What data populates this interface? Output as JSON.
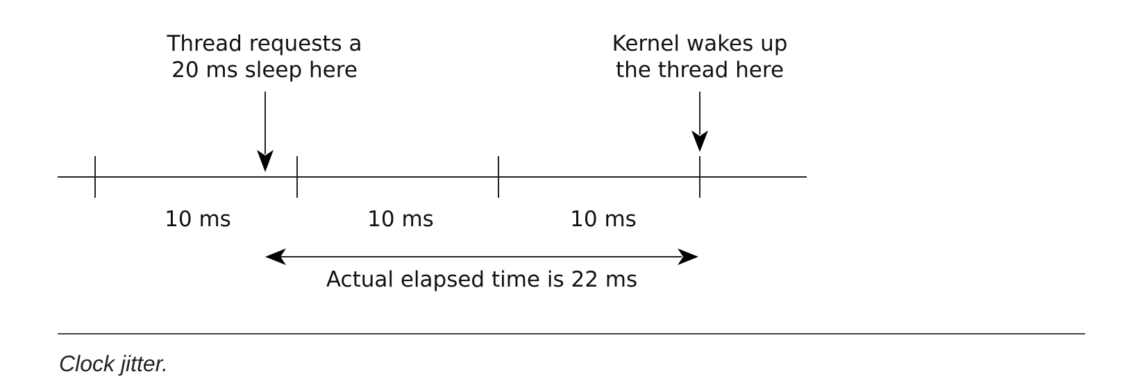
{
  "diagram": {
    "title": "Clock jitter",
    "annotations": {
      "sleep_request": "Thread requests a\n20 ms sleep here",
      "kernel_wake": "Kernel wakes up\nthe thread here"
    },
    "intervals": [
      {
        "label": "10 ms"
      },
      {
        "label": "10 ms"
      },
      {
        "label": "10 ms"
      }
    ],
    "elapsed_label": "Actual elapsed time is 22 ms",
    "requested_sleep_ms": 20,
    "actual_elapsed_ms": 22,
    "tick_interval_ms": 10
  },
  "caption": "Clock jitter.",
  "colors": {
    "line": "#222222",
    "text": "#111111",
    "background": "#ffffff"
  }
}
